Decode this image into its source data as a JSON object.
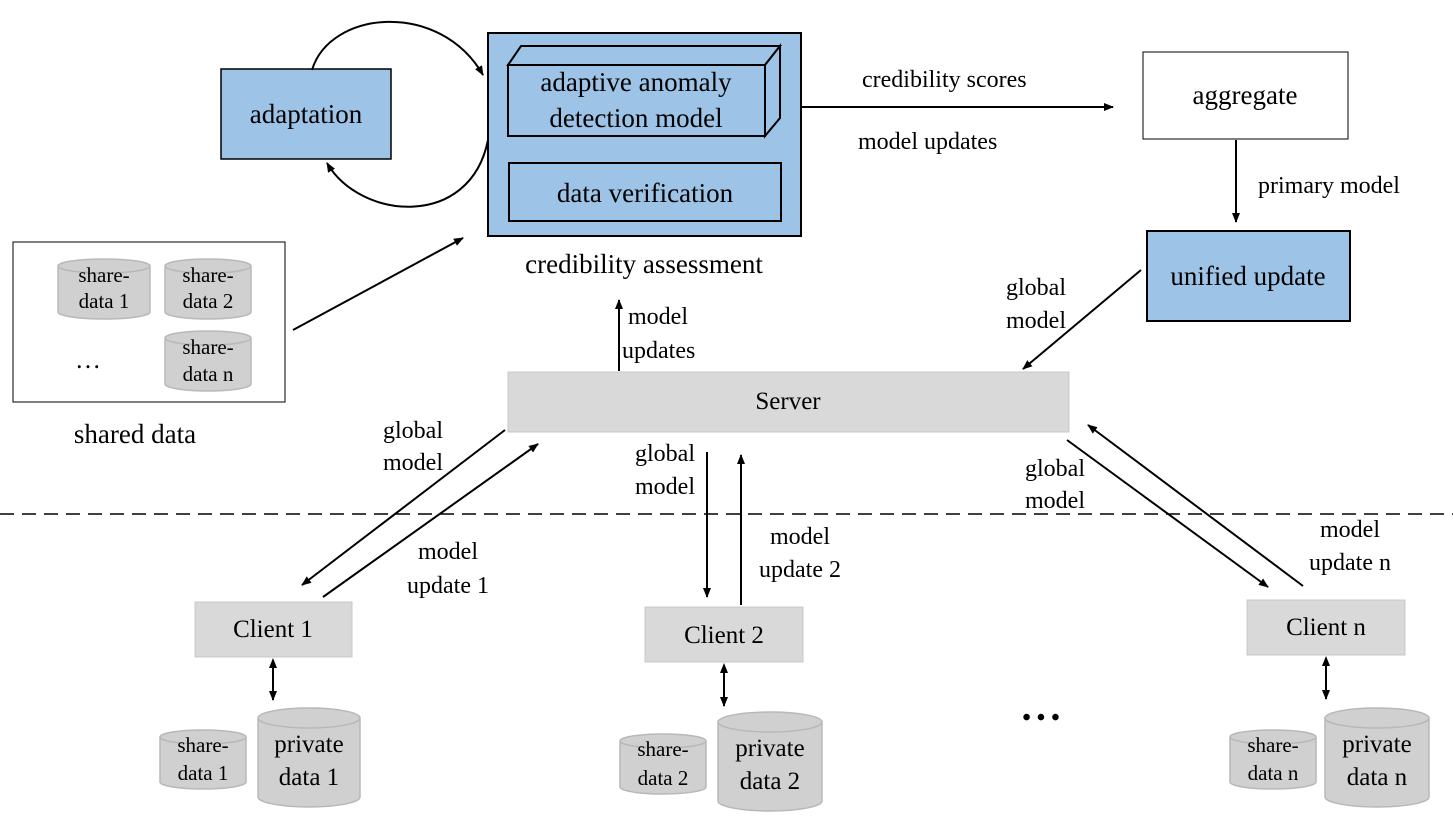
{
  "colors": {
    "blue_fill": "#9dc3e6",
    "gray_fill": "#d9d9d9",
    "cyl_fill": "#d0d0d0",
    "stroke": "#000000"
  },
  "credibility": {
    "anomaly_line1": "adaptive anomaly",
    "anomaly_line2": "detection model",
    "verification": "data verification",
    "caption": "credibility assessment"
  },
  "adaptation": "adaptation",
  "aggregate": "aggregate",
  "unified_update": "unified update",
  "server": "Server",
  "shared": {
    "caption": "shared data",
    "item1_l1": "share-",
    "item1_l2": "data 1",
    "item2_l1": "share-",
    "item2_l2": "data 2",
    "itemn_l1": "share-",
    "itemn_l2": "data n",
    "ellipsis": "…"
  },
  "labels": {
    "credibility_scores": "credibility scores",
    "model_updates_top": "model updates",
    "primary_model": "primary model",
    "global_model_top_l1": "global",
    "global_model_top_l2": "model",
    "model_updates_mid_l1": "model",
    "model_updates_mid_l2": "updates",
    "global_left_l1": "global",
    "global_left_l2": "model",
    "update1_l1": "model",
    "update1_l2": "update 1",
    "global_mid_l1": "global",
    "global_mid_l2": "model",
    "update2_l1": "model",
    "update2_l2": "update 2",
    "global_right_l1": "global",
    "global_right_l2": "model",
    "updaten_l1": "model",
    "updaten_l2": "update n"
  },
  "clients": [
    {
      "name": "Client 1",
      "share_l1": "share-",
      "share_l2": "data 1",
      "private_l1": "private",
      "private_l2": "data 1"
    },
    {
      "name": "Client 2",
      "share_l1": "share-",
      "share_l2": "data 2",
      "private_l1": "private",
      "private_l2": "data 2"
    },
    {
      "name": "Client n",
      "share_l1": "share-",
      "share_l2": "data n",
      "private_l1": "private",
      "private_l2": "data n"
    }
  ],
  "clients_ellipsis": "• • •"
}
